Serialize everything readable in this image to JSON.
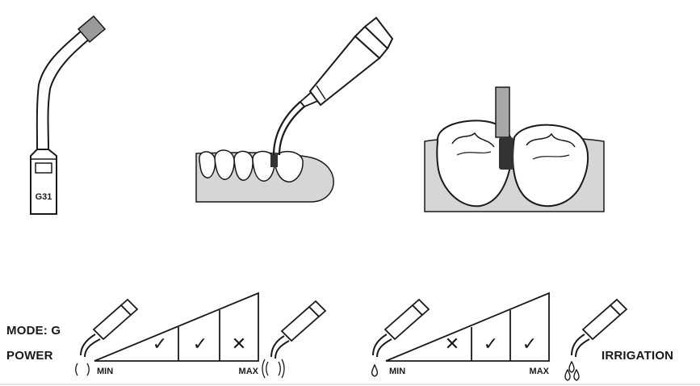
{
  "tip": {
    "label": "G31"
  },
  "labels": {
    "mode": "MODE: G",
    "power": "POWER",
    "irrigation": "IRRIGATION"
  },
  "power_scale": {
    "min_label": "MIN",
    "max_label": "MAX",
    "marks": [
      "✓",
      "✓",
      "✕"
    ]
  },
  "irrigation_scale": {
    "min_label": "MIN",
    "max_label": "MAX",
    "marks": [
      "✕",
      "✓",
      "✓"
    ]
  }
}
